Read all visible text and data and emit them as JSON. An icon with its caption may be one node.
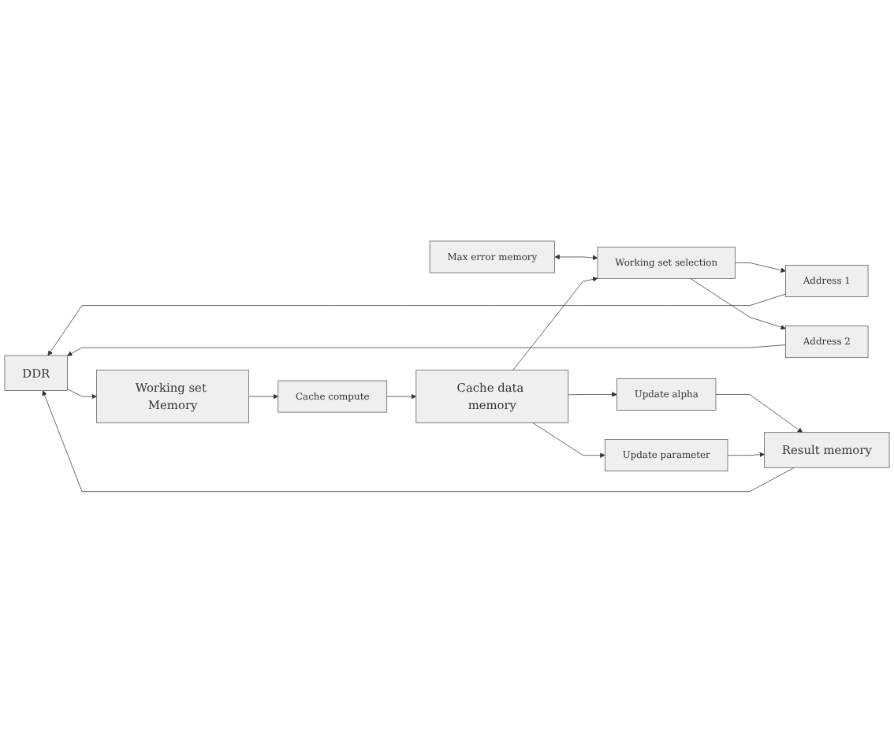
{
  "diagram": {
    "nodes": [
      {
        "text": [
          "DDR"
        ]
      },
      {
        "text": [
          "Max error memory"
        ]
      },
      {
        "text": [
          "Working set selection"
        ]
      },
      {
        "text": [
          "Address 1"
        ]
      },
      {
        "text": [
          "Address 2"
        ]
      },
      {
        "text": [
          "Working set Memory"
        ]
      },
      {
        "text": [
          "Cache data memory"
        ]
      },
      {
        "text": [
          "Cache compute"
        ]
      },
      {
        "text": [
          "Update alpha"
        ]
      },
      {
        "text": [
          "Update parameter"
        ]
      },
      {
        "text": [
          "Result memory"
        ]
      }
    ],
    "edges": [
      {
        "from": 3,
        "to": 0,
        "arrow": "to"
      },
      {
        "from": 4,
        "to": 0,
        "arrow": "to"
      },
      {
        "from": 1,
        "to": 2,
        "arrow": "both"
      },
      {
        "from": 2,
        "to": 3,
        "arrow": "to"
      },
      {
        "from": 2,
        "to": 4,
        "arrow": "to"
      },
      {
        "from": 0,
        "to": 5,
        "arrow": "to"
      },
      {
        "from": 5,
        "to": 7,
        "arrow": "to"
      },
      {
        "from": 7,
        "to": 6,
        "arrow": "to"
      },
      {
        "from": 6,
        "to": 2,
        "arrow": "to"
      },
      {
        "from": 6,
        "to": 8,
        "arrow": "to"
      },
      {
        "from": 6,
        "to": 9,
        "arrow": "to"
      },
      {
        "from": 8,
        "to": 10,
        "arrow": "to"
      },
      {
        "from": 9,
        "to": 10,
        "arrow": "to"
      },
      {
        "from": 10,
        "to": 0,
        "arrow": "to"
      }
    ]
  }
}
